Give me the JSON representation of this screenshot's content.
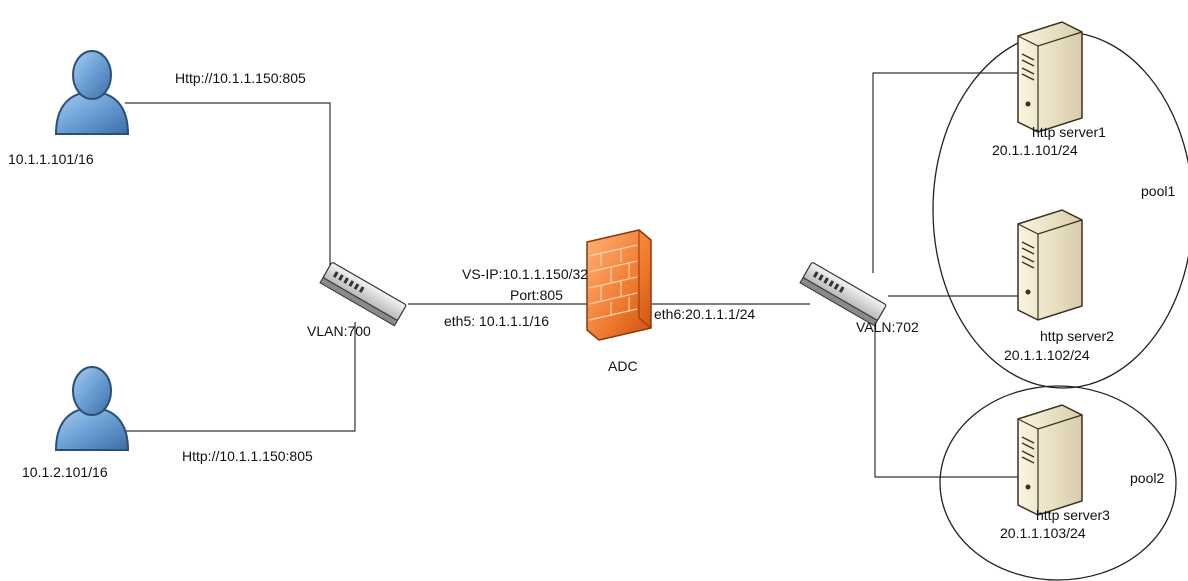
{
  "clients": [
    {
      "ip": "10.1.1.101/16",
      "request": "Http://10.1.1.150:805"
    },
    {
      "ip": "10.1.2.101/16",
      "request": "Http://10.1.1.150:805"
    }
  ],
  "switch_left": {
    "vlan": "VLAN:700"
  },
  "adc": {
    "name": "ADC",
    "vs_ip": "VS-IP:10.1.1.150/32",
    "port": "Port:805",
    "eth5": "eth5: 10.1.1.1/16",
    "eth6": "eth6:20.1.1.1/24"
  },
  "switch_right": {
    "vlan": "VALN:702"
  },
  "servers": [
    {
      "name": "http server1",
      "ip": "20.1.1.101/24"
    },
    {
      "name": "http server2",
      "ip": "20.1.1.102/24"
    },
    {
      "name": "http server3",
      "ip": "20.1.1.103/24"
    }
  ],
  "pools": [
    {
      "name": "pool1"
    },
    {
      "name": "pool2"
    }
  ],
  "colors": {
    "user_body": "#6a9fd4",
    "user_outline": "#2c4f78",
    "firewall": "#f07a2e",
    "server_body": "#f1e9c8",
    "server_outline": "#3a3020",
    "line": "#333333"
  }
}
